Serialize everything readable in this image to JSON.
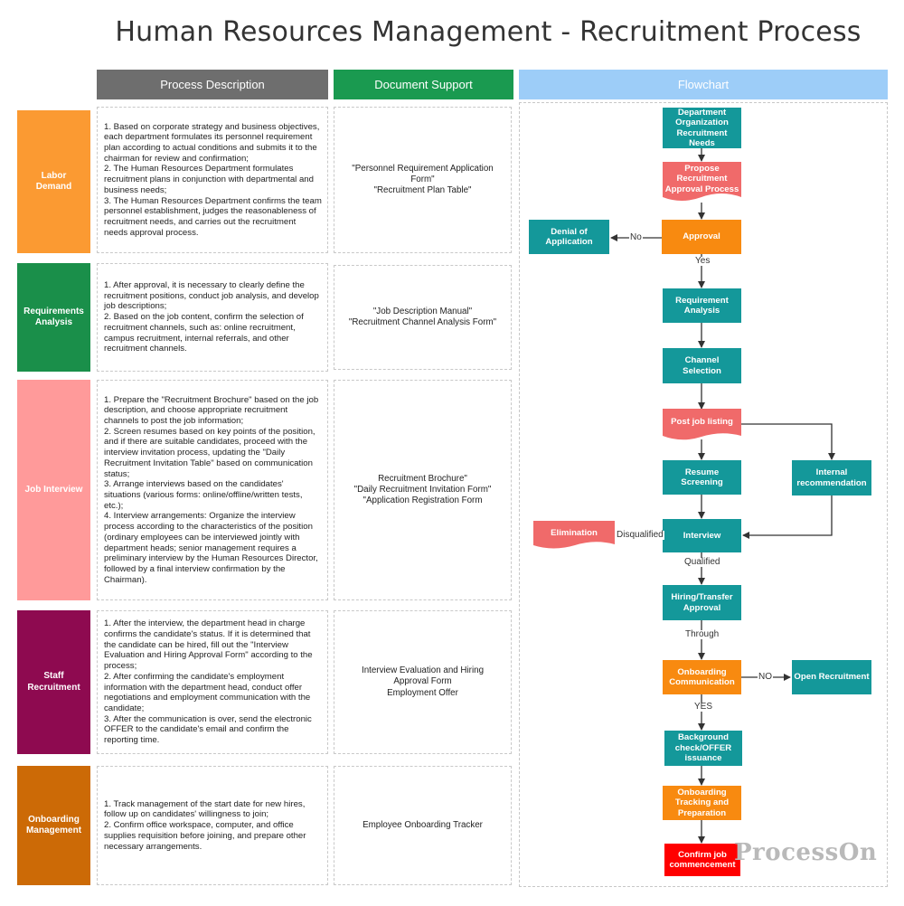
{
  "title": "Human Resources Management - Recruitment Process",
  "columns": {
    "process": "Process Description",
    "docs": "Document Support",
    "flow": "Flowchart"
  },
  "colors": {
    "process_header": "#6e6e6e",
    "docs_header": "#1a9a50",
    "flow_header": "#9dcdf8",
    "teal": "#14989a",
    "orange": "#f88a10",
    "pink": "#f06a6a",
    "red": "#ff0000"
  },
  "stages": [
    {
      "name": "Labor\nDemand",
      "color": "#fb9a32",
      "description": "1. Based on corporate strategy and business objectives, each department formulates its personnel requirement plan according to actual conditions and submits it to the chairman for review and confirmation;\n2. The Human Resources Department formulates recruitment plans in conjunction with departmental and business needs;\n3. The Human Resources Department confirms the team personnel establishment, judges the reasonableness of recruitment needs, and carries out the recruitment needs approval process.",
      "documents": "\"Personnel Requirement Application Form\"\n\"Recruitment Plan Table\""
    },
    {
      "name": "Requirements\nAnalysis",
      "color": "#1a8f4a",
      "description": "1. After approval, it is necessary to clearly define the recruitment positions, conduct job analysis, and develop job descriptions;\n2. Based on the job content, confirm the selection of recruitment channels, such as: online recruitment, campus recruitment, internal referrals, and other recruitment channels.",
      "documents": "\"Job Description Manual\"\n\"Recruitment Channel Analysis Form\""
    },
    {
      "name": "Job Interview",
      "color": "#ff9a9a",
      "description": "1. Prepare the \"Recruitment Brochure\" based on the job description, and choose appropriate recruitment channels to post the job information;\n2. Screen resumes based on key points of the position, and if there are suitable candidates, proceed with the interview invitation process, updating the \"Daily Recruitment Invitation Table\" based on communication status;\n3. Arrange interviews based on the candidates' situations (various forms: online/offline/written tests, etc.);\n4. Interview arrangements: Organize the interview process according to the characteristics of the position (ordinary employees can be interviewed jointly with department heads; senior management requires a preliminary interview by the Human Resources Director, followed by a final interview confirmation by the Chairman).",
      "documents": "Recruitment Brochure\"\n\"Daily Recruitment Invitation Form\"\n\"Application Registration Form"
    },
    {
      "name": "Staff\nRecruitment",
      "color": "#8e0a50",
      "description": "1. After the interview, the department head in charge confirms the candidate's status. If it is determined that the candidate can be hired, fill out the \"Interview Evaluation and Hiring Approval Form\" according to the process;\n2. After confirming the candidate's employment information with the department head, conduct offer negotiations and employment communication with the candidate;\n3. After the communication is over, send the electronic OFFER to the candidate's email and confirm the reporting time.",
      "documents": "Interview Evaluation and Hiring\nApproval Form\nEmployment Offer"
    },
    {
      "name": "Onboarding\nManagement",
      "color": "#cc6a06",
      "description": "1. Track management of the start date for new hires, follow up on candidates' willingness to join;\n2. Confirm office workspace, computer, and office supplies requisition before joining, and prepare other necessary arrangements.",
      "documents": "Employee Onboarding Tracker"
    }
  ],
  "flow": {
    "nodes": {
      "dept_needs": "Department Organization Recruitment Needs",
      "propose": "Propose Recruitment Approval Process",
      "approval": "Approval",
      "denial": "Denial of Application",
      "req_analysis": "Requirement Analysis",
      "channel": "Channel Selection",
      "post_job": "Post job listing",
      "resume": "Resume Screening",
      "internal": "Internal recommendation",
      "interview": "Interview",
      "elimination": "Elimination",
      "hiring": "Hiring/Transfer Approval",
      "onboard_comm": "Onboarding Communication",
      "open_recruit": "Open Recruitment",
      "background": "Background check/OFFER issuance",
      "onboard_track": "Onboarding Tracking and Preparation",
      "confirm_job": "Confirm job commencement"
    },
    "labels": {
      "no1": "No",
      "yes1": "Yes",
      "disqualified": "Disqualified",
      "qualified": "Qualified",
      "through": "Through",
      "no2": "NO",
      "yes2": "YES"
    }
  },
  "watermark": "ProcessOn"
}
